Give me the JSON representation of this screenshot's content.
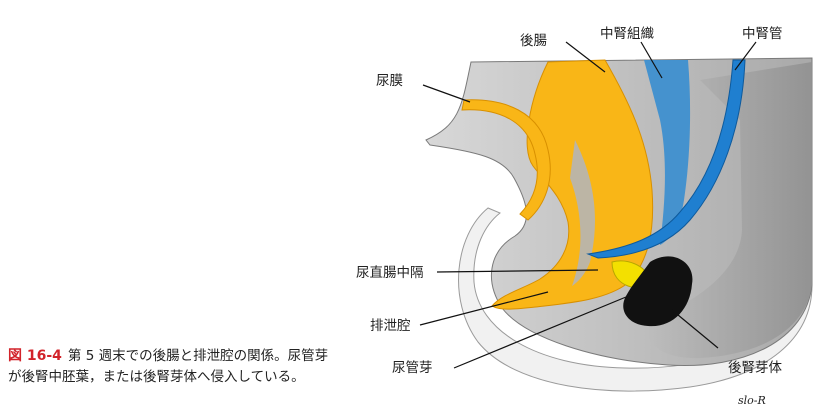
{
  "labels": {
    "hindgut": "後腸",
    "mesonephric_tissue": "中腎組織",
    "mesonephric_duct": "中腎管",
    "allantois": "尿膜",
    "urorectal_septum": "尿直腸中隔",
    "cloaca": "排泄腔",
    "ureteric_bud": "尿管芽",
    "metanephric_blastema": "後腎芽体"
  },
  "signature": "slo-R",
  "caption": {
    "figure_number": "図 16-4",
    "text": "第 5 週末での後腸と排泄腔の関係。尿管芽が後腎中胚葉，または後腎芽体へ侵入している。"
  },
  "colors": {
    "hindgut": "#f9b617",
    "mesoderm": "#c7c7c7",
    "mesonephric_duct": "#1f7fd0",
    "mesonephric_tissue": "#3e8fcf",
    "ureteric_bud": "#f3e000",
    "metanephric_blastema": "#111111",
    "outer_tail": "#f1f1f1"
  }
}
